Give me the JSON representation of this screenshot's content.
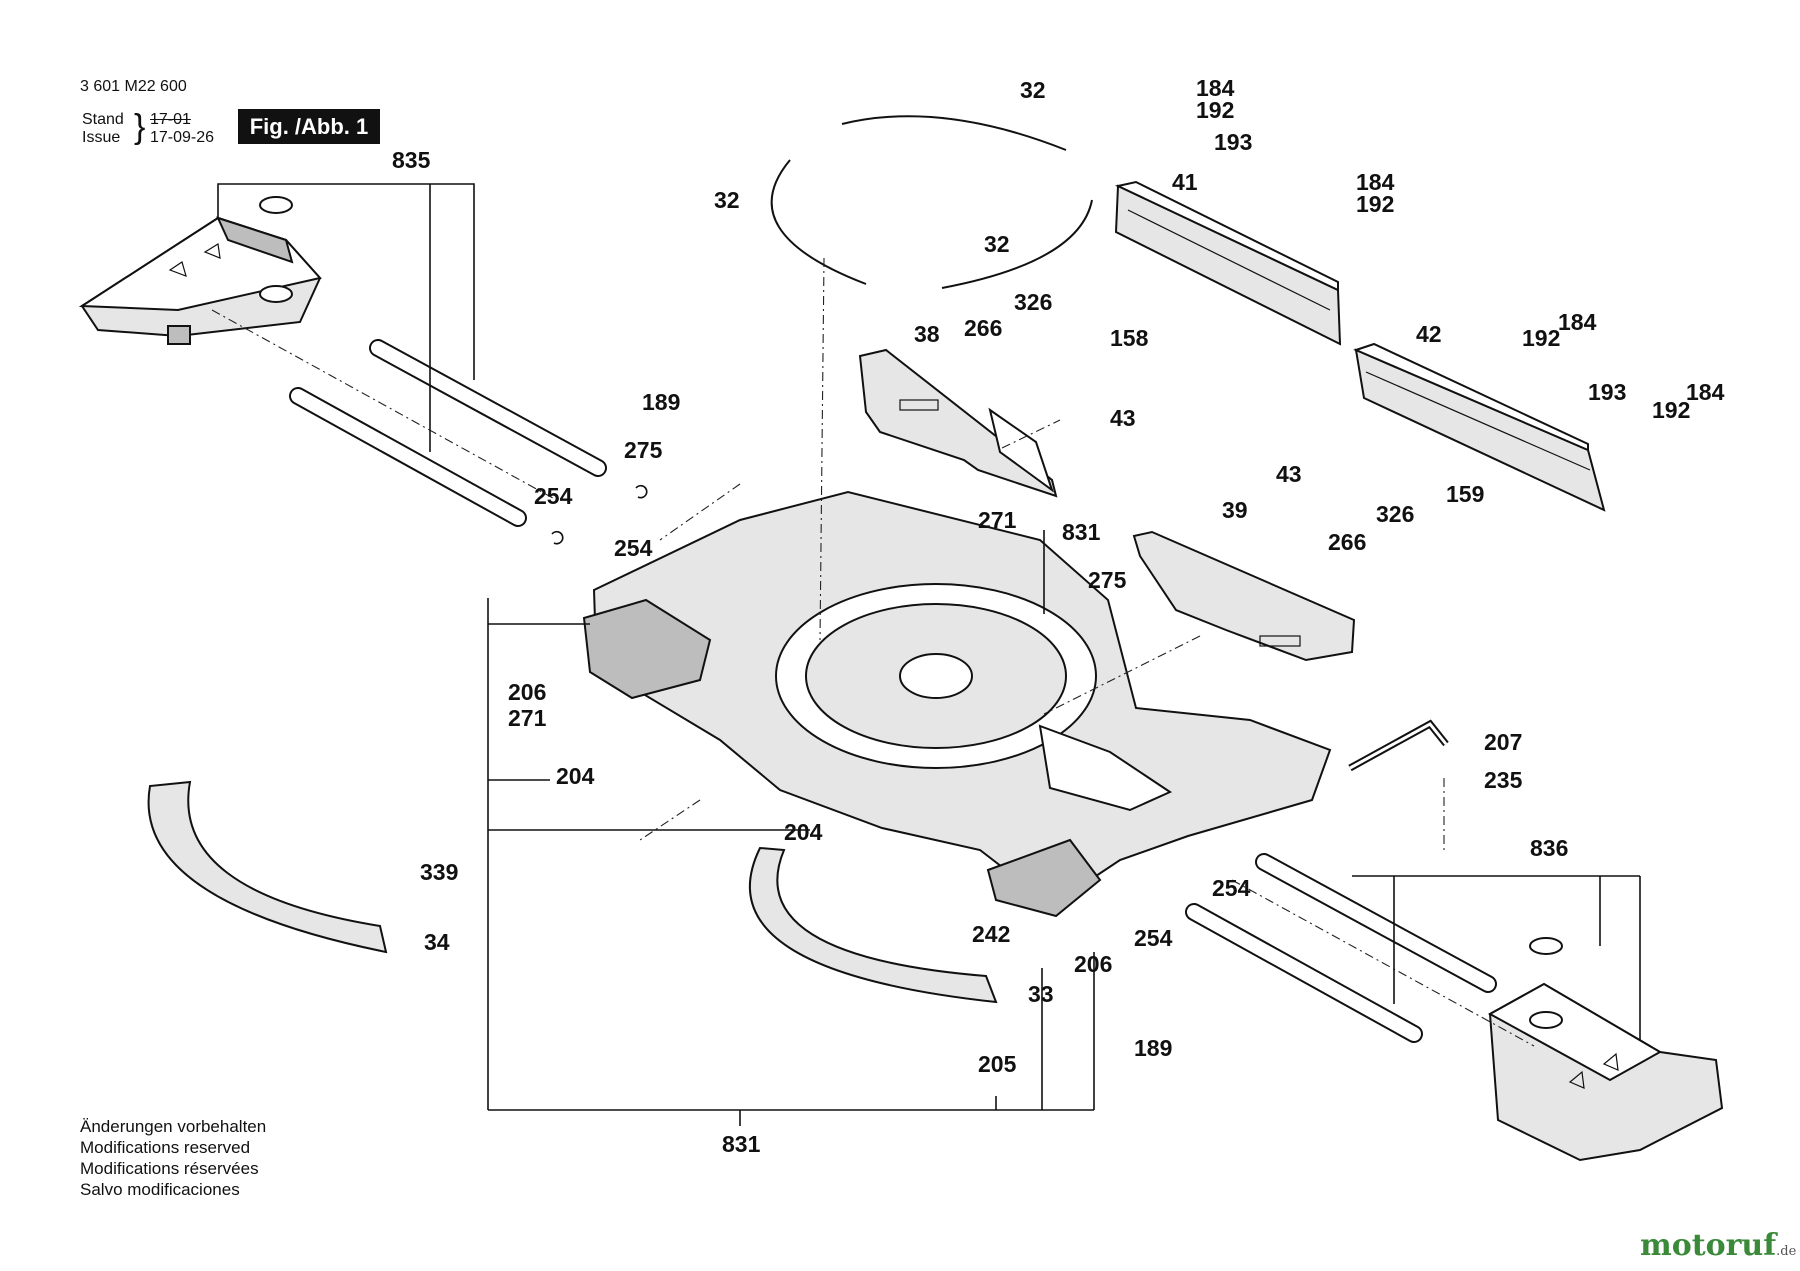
{
  "header": {
    "part_number": "3 601 M22 600",
    "stand_label": "Stand",
    "issue_label": "Issue",
    "stand_value": "17-01",
    "issue_value": "17-09-26",
    "figure_label": "Fig. /Abb. 1"
  },
  "notes": [
    "Änderungen vorbehalten",
    "Modifications reserved",
    "Modifications réservées",
    "Salvo modificaciones"
  ],
  "brand": {
    "name": "motoruf",
    "suffix": ".de",
    "color": "#3a8a3a"
  },
  "callouts": {
    "c835": "835",
    "c32a": "32",
    "c32b": "32",
    "c32c": "32",
    "c184a": "184",
    "c192a": "192",
    "c193a": "193",
    "c184b": "184",
    "c192b": "192",
    "c41": "41",
    "c158": "158",
    "c38": "38",
    "c266a": "266",
    "c326a": "326",
    "c189a": "189",
    "c43a": "43",
    "c275a": "275",
    "c254a": "254",
    "c254b": "254",
    "c271a": "271",
    "c831a": "831",
    "c42": "42",
    "c192c": "192",
    "c184c": "184",
    "c193b": "193",
    "c192d": "192",
    "c184d": "184",
    "c159": "159",
    "c43b": "43",
    "c39": "39",
    "c326b": "326",
    "c266b": "266",
    "c275b": "275",
    "c206a": "206",
    "c271b": "271",
    "c204a": "204",
    "c207": "207",
    "c235": "235",
    "c204b": "204",
    "c339": "339",
    "c34": "34",
    "c242": "242",
    "c206b": "206",
    "c254c": "254",
    "c254d": "254",
    "c836": "836",
    "c33": "33",
    "c189b": "189",
    "c205": "205",
    "c831b": "831"
  }
}
